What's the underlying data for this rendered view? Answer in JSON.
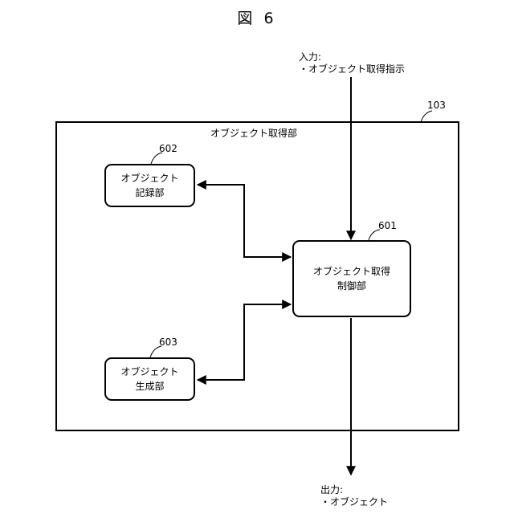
{
  "figure": {
    "title": "図 6"
  },
  "input": {
    "line1": "入力:",
    "line2": "・オブジェクト取得指示"
  },
  "output": {
    "line1": "出力:",
    "line2": "・オブジェクト"
  },
  "container": {
    "number": "103",
    "title": "オブジェクト取得部"
  },
  "blocks": {
    "control": {
      "number": "601",
      "line1": "オブジェクト取得",
      "line2": "制御部"
    },
    "recorder": {
      "number": "602",
      "line1": "オブジェクト",
      "line2": "記録部"
    },
    "generator": {
      "number": "603",
      "line1": "オブジェクト",
      "line2": "生成部"
    }
  }
}
